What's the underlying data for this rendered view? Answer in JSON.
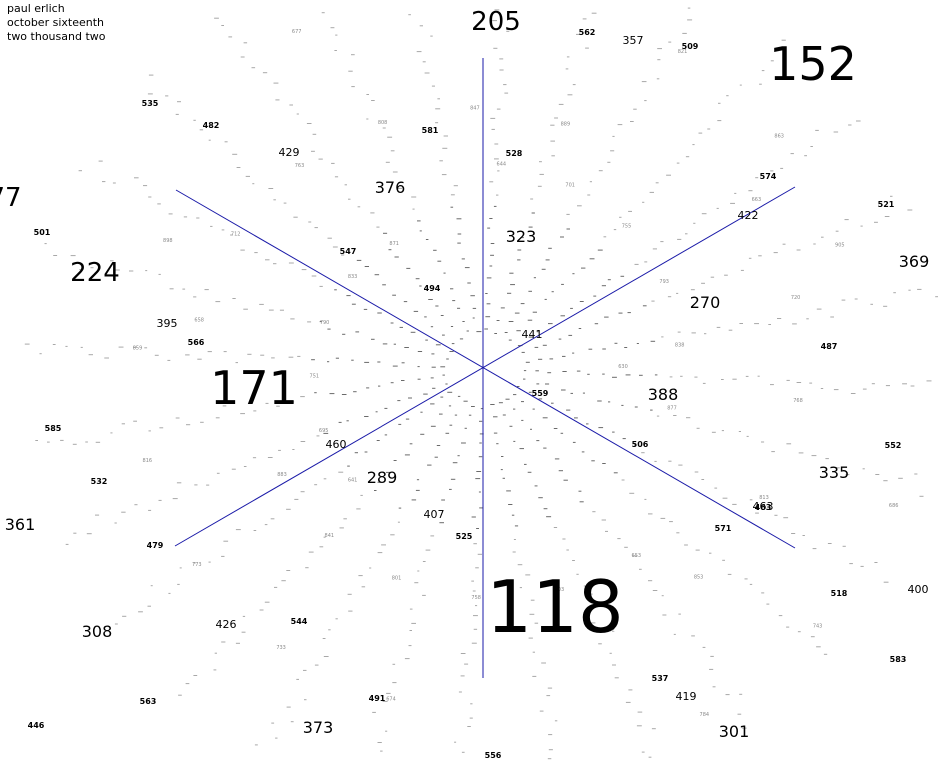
{
  "credit": {
    "line1": "paul erlich",
    "line2": "october sixteenth",
    "line3": "two thousand two"
  },
  "colors": {
    "axis": "#1a1aa8",
    "label": "#000000",
    "dots": "#8a8a8a"
  },
  "labels": [
    {
      "text": "118",
      "size": "xxl"
    },
    {
      "text": "152",
      "size": "xl"
    },
    {
      "text": "171",
      "size": "xl"
    },
    {
      "text": "205",
      "size": "l"
    },
    {
      "text": "224",
      "size": "l"
    },
    {
      "text": "270",
      "size": "m"
    },
    {
      "text": "289",
      "size": "m"
    },
    {
      "text": "323",
      "size": "m"
    },
    {
      "text": "335",
      "size": "m"
    },
    {
      "text": "369",
      "size": "m"
    },
    {
      "text": "376",
      "size": "m"
    },
    {
      "text": "388",
      "size": "m"
    },
    {
      "text": "361",
      "size": "m"
    },
    {
      "text": "308",
      "size": "m"
    },
    {
      "text": "301",
      "size": "m"
    },
    {
      "text": "373",
      "size": "m"
    },
    {
      "text": "357",
      "size": "s"
    },
    {
      "text": "395",
      "size": "s"
    },
    {
      "text": "400",
      "size": "s"
    },
    {
      "text": "407",
      "size": "s"
    },
    {
      "text": "419",
      "size": "s"
    },
    {
      "text": "422",
      "size": "s"
    },
    {
      "text": "429",
      "size": "s"
    },
    {
      "text": "441",
      "size": "s"
    },
    {
      "text": "460",
      "size": "s"
    },
    {
      "text": "463",
      "size": "s"
    },
    {
      "text": "426",
      "size": "s"
    },
    {
      "text": "446",
      "size": "xs"
    },
    {
      "text": "479",
      "size": "xs"
    },
    {
      "text": "482",
      "size": "xs"
    },
    {
      "text": "487",
      "size": "xs"
    },
    {
      "text": "491",
      "size": "xs"
    },
    {
      "text": "494",
      "size": "xs"
    },
    {
      "text": "501",
      "size": "xs"
    },
    {
      "text": "506",
      "size": "xs"
    },
    {
      "text": "509",
      "size": "xs"
    },
    {
      "text": "518",
      "size": "xs"
    },
    {
      "text": "521",
      "size": "xs"
    },
    {
      "text": "525",
      "size": "xs"
    },
    {
      "text": "528",
      "size": "xs"
    },
    {
      "text": "532",
      "size": "xs"
    },
    {
      "text": "535",
      "size": "xs"
    },
    {
      "text": "537",
      "size": "xs"
    },
    {
      "text": "544",
      "size": "xs"
    },
    {
      "text": "547",
      "size": "xs"
    },
    {
      "text": "552",
      "size": "xs"
    },
    {
      "text": "556",
      "size": "xs"
    },
    {
      "text": "559",
      "size": "xs"
    },
    {
      "text": "562",
      "size": "xs"
    },
    {
      "text": "563",
      "size": "xs"
    },
    {
      "text": "566",
      "size": "xs"
    },
    {
      "text": "571",
      "size": "xs"
    },
    {
      "text": "574",
      "size": "xs"
    },
    {
      "text": "581",
      "size": "xs"
    },
    {
      "text": "583",
      "size": "xs"
    },
    {
      "text": "585",
      "size": "xs"
    },
    {
      "text": "463",
      "size": "xs"
    },
    {
      "text": "77",
      "size": "l"
    }
  ],
  "small_numbers": [
    "630",
    "641",
    "644",
    "653",
    "658",
    "663",
    "674",
    "677",
    "686",
    "695",
    "701",
    "703",
    "712",
    "720",
    "733",
    "737",
    "743",
    "751",
    "755",
    "758",
    "763",
    "768",
    "773",
    "779",
    "784",
    "790",
    "793",
    "801",
    "808",
    "813",
    "816",
    "821",
    "829",
    "833",
    "838",
    "841",
    "847",
    "853",
    "859",
    "863",
    "868",
    "871",
    "877",
    "883",
    "889",
    "892",
    "898",
    "905"
  ]
}
